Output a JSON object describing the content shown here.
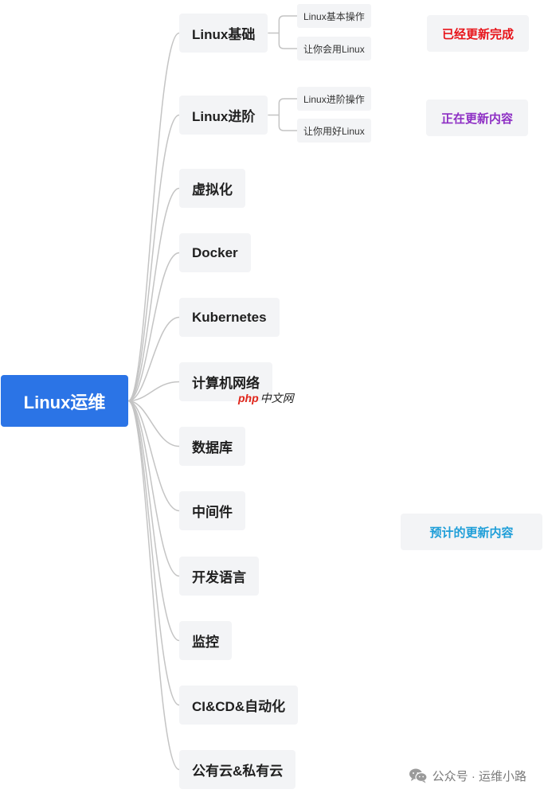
{
  "root": {
    "label": "Linux运维"
  },
  "topics": [
    {
      "label": "Linux基础",
      "children": [
        "Linux基本操作",
        "让你会用Linux"
      ]
    },
    {
      "label": "Linux进阶",
      "children": [
        "Linux进阶操作",
        "让你用好Linux"
      ]
    },
    {
      "label": "虚拟化",
      "children": []
    },
    {
      "label": "Docker",
      "children": []
    },
    {
      "label": "Kubernetes",
      "children": []
    },
    {
      "label": "计算机网络",
      "children": []
    },
    {
      "label": "数据库",
      "children": []
    },
    {
      "label": "中间件",
      "children": []
    },
    {
      "label": "开发语言",
      "children": []
    },
    {
      "label": "监控",
      "children": []
    },
    {
      "label": "CI&CD&自动化",
      "children": []
    },
    {
      "label": "公有云&私有云",
      "children": []
    }
  ],
  "statuses": [
    {
      "label": "已经更新完成",
      "color": "#e8141a"
    },
    {
      "label": "正在更新内容",
      "color": "#8e2fc4"
    },
    {
      "label": "预计的更新内容",
      "color": "#1e9ed8"
    }
  ],
  "watermark": {
    "brand": "php",
    "text": "中文网"
  },
  "footer": {
    "account": "公众号 · 运维小路",
    "icon": "wechat-icon"
  },
  "colors": {
    "root_bg": "#2b74e6",
    "node_bg": "#f3f4f6",
    "connector": "#c4c4c4"
  }
}
